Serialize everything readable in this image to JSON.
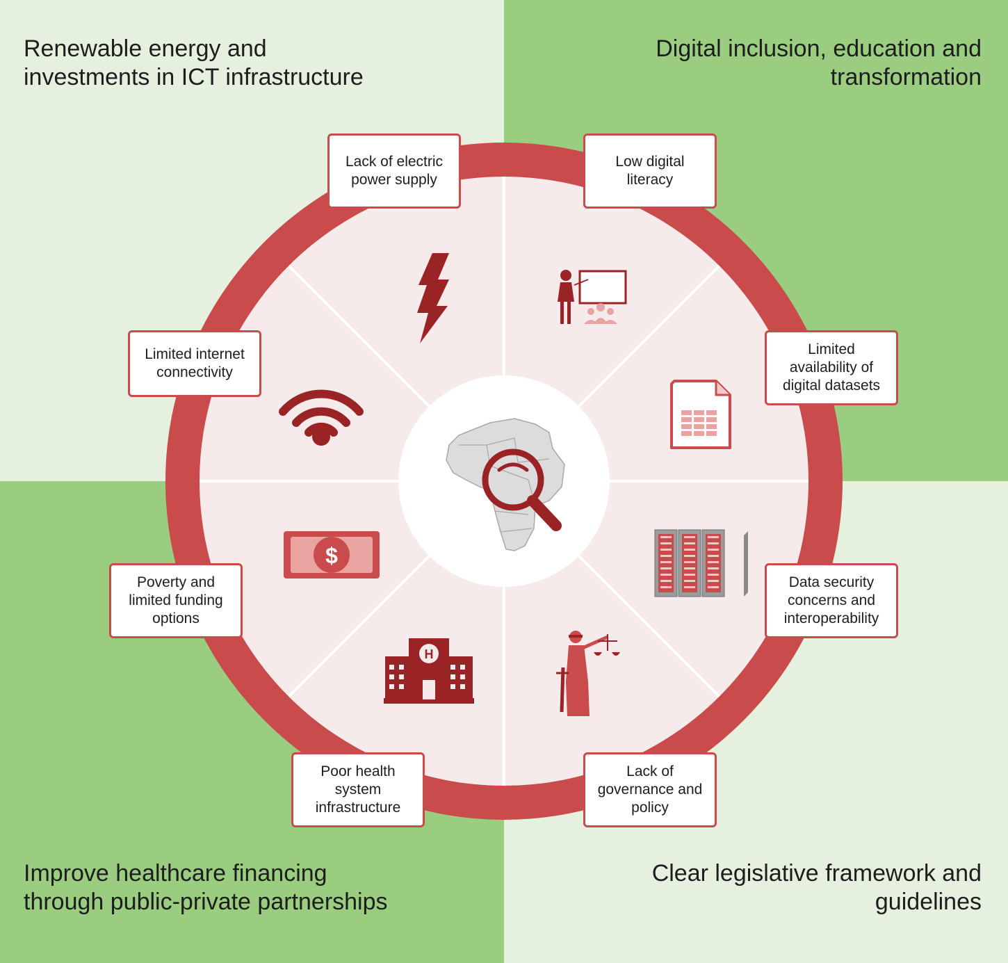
{
  "colors": {
    "light_green": "#e6f0df",
    "green": "#9acd80",
    "ring_red": "#c94b4b",
    "segment_fill": "#f7eaea",
    "icon_dark_red": "#9a2326",
    "icon_mid_red": "#c94b4b",
    "icon_light_red": "#e9a3a1",
    "map_grey": "#d9d9d9"
  },
  "quadrants": {
    "top_left": "Renewable energy and investments in ICT infrastructure",
    "top_right": "Digital inclusion, education and transformation",
    "bottom_left": "Improve healthcare financing through public-private partnerships",
    "bottom_right": "Clear legislative framework and guidelines"
  },
  "challenges": [
    {
      "label": "Lack of electric power supply",
      "icon": "lightning-icon"
    },
    {
      "label": "Low digital literacy",
      "icon": "teacher-classroom-icon"
    },
    {
      "label": "Limited availability of digital datasets",
      "icon": "spreadsheet-document-icon"
    },
    {
      "label": "Data security concerns and interoperability",
      "icon": "server-racks-icon"
    },
    {
      "label": "Lack of governance and policy",
      "icon": "lady-justice-icon"
    },
    {
      "label": "Poor health system infrastructure",
      "icon": "hospital-building-icon"
    },
    {
      "label": "Poverty and limited funding options",
      "icon": "banknote-dollar-icon"
    },
    {
      "label": "Limited internet connectivity",
      "icon": "wifi-icon"
    }
  ],
  "center_icon": "africa-map-magnifier-icon",
  "hospital_letter": "H",
  "currency_symbol": "$"
}
